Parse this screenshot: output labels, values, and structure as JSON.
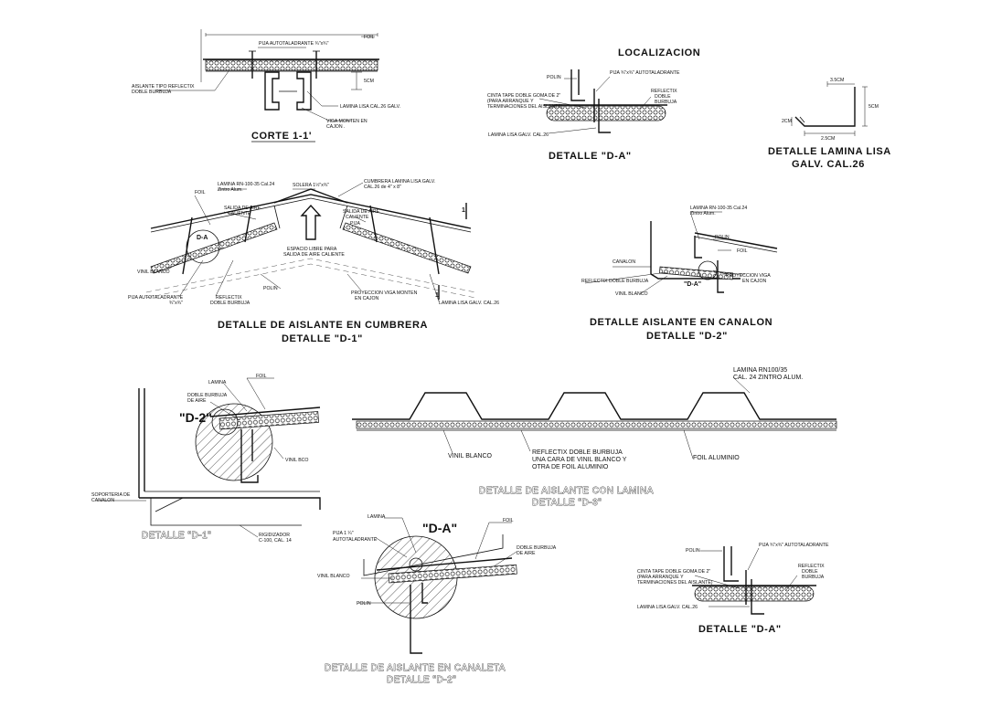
{
  "corte": {
    "title": "CORTE 1-1'",
    "foil": "FOIL",
    "pija": "PIJA AUTOTALADRANTE ¾\"x¾\"",
    "aislante1": "AISLANTE TIPO REFLECTIX",
    "aislante2": "DOBLE BURBUJA",
    "dim": "5CM",
    "lamina": "LAMINA LISA CAL.26 GALV.",
    "viga1": "VIGA MONTEN EN",
    "viga2": "CAJON ."
  },
  "localizacion": {
    "heading": "LOCALIZACION",
    "polin": "POLIN",
    "pija": "PIJA ¾\"x¾\" AUTOTALADRANTE",
    "cinta1": "CINTA TAPE DOBLE GOMA DE 2\"",
    "cinta2": "(PARA ARRANQUE Y",
    "cinta3": "TERMINACIONES DEL AISLANTE)",
    "reflectix1": "REFLECTIX",
    "reflectix2": "DOBLE",
    "reflectix3": "BURBUJA",
    "lamina": "LAMINA LISA GALV. CAL.26",
    "title": "DETALLE \"D-A\""
  },
  "lamina_lisa": {
    "dim_top": "3.5CM",
    "dim_right": "5CM",
    "dim_left": "2CM",
    "dim_bottom": "2.5CM",
    "title1": "DETALLE LAMINA LISA",
    "title2": "GALV. CAL.26"
  },
  "cumbrera": {
    "lamina1": "LAMINA RN-100-35 Cal.24",
    "lamina2": "Zintro Alum.",
    "solera": "SOLERA 1½\"x¾\"",
    "cumbrera1": "CUMBRERA LAMINA LISA GALV.",
    "cumbrera2": "CAL.26 de 4\" x 8\"",
    "foil": "FOIL",
    "salida": "SALIDA DE AIRE",
    "caliente": "CALIENTE",
    "da": "D-A",
    "pija_r": "PIJA",
    "espacio1": "ESPACIO LIBRE PARA",
    "espacio2": "SALIDA DE AIRE CALIENTE",
    "marker": "1",
    "vinil": "VINIL BLANCO",
    "pija1": "PIJA AUTOTALADRANTE",
    "pija2": "¾\"x¾\"",
    "reflectix1": "REFLECTIX",
    "reflectix2": "DOBLE BURBUJA",
    "polin": "POLIN",
    "proyeccion1": "PROYECCION VIGA MONTEN",
    "proyeccion2": "EN CAJON",
    "lamina_lisa": "LAMINA LISA GALV. CAL.26",
    "title1": "DETALLE DE AISLANTE EN CUMBRERA",
    "title2": "DETALLE \"D-1\""
  },
  "canalon": {
    "lamina1": "LAMINA RN-100-35 Cal.24",
    "lamina2": "Zintro Alum.",
    "polin": "POLIN",
    "foil": "FOIL",
    "canalon": "CANALON",
    "reflectix": "REFLECTIX DOBLE BURBUJA",
    "proyeccion1": "PROYECCION VIGA",
    "proyeccion2": "EN CAJON",
    "vinil": "VINIL BLANCO",
    "da": "\"D-A\"",
    "title1": "DETALLE AISLANTE EN CANALON",
    "title2": "DETALLE \"D-2\""
  },
  "d1": {
    "foil": "FOIL",
    "lamina": "LAMINA",
    "doble1": "DOBLE BURBUJA",
    "doble2": "DE AIRE",
    "d2": "\"D-2\"",
    "vinil": "VINIL BCO",
    "soporteria1": "SOPORTERIA DE",
    "soporteria2": "CANALON",
    "rigidizador1": "RIGIDIZADOR",
    "rigidizador2": "C-100, CAL. 14",
    "title": "DETALLE \"D-1\""
  },
  "d3": {
    "lamina1": "LAMINA RN100/35",
    "lamina2": "CAL. 24 ZINTRO ALUM.",
    "vinil": "VINIL BLANCO",
    "reflectix1": "REFLECTIX DOBLE BURBUJA",
    "reflectix2": "UNA CARA DE VINIL BLANCO Y",
    "reflectix3": "OTRA DE FOIL ALUMINIO",
    "foil": "FOIL ALUMINIO",
    "title1": "DETALLE DE AISLANTE CON LAMINA",
    "title2": "DETALLE \"D-3\""
  },
  "canaleta": {
    "lamina": "LAMINA",
    "da": "\"D-A\"",
    "foil": "FOIL",
    "pija1": "PIJA 1 ¼\"",
    "pija2": "AUTOTALADRANTE",
    "doble1": "DOBLE BURBUJA",
    "doble2": "DE AIRE",
    "vinil": "VINIL BLANCO",
    "polin": "POLIN",
    "title1": "DETALLE DE AISLANTE EN CANALETA",
    "title2": "DETALLE \"D-2\""
  },
  "da2": {
    "polin": "POLIN",
    "pija": "PIJA ¾\"x¾\" AUTOTALADRANTE",
    "cinta1": "CINTA TAPE DOBLE GOMA DE 2\"",
    "cinta2": "(PARA ARRANQUE Y",
    "cinta3": "TERMINACIONES DEL AISLANTE)",
    "reflectix1": "REFLECTIX",
    "reflectix2": "DOBLE",
    "reflectix3": "BURBUJA",
    "lamina": "LAMINA LISA GALV. CAL.26",
    "title": "DETALLE \"D-A\""
  }
}
